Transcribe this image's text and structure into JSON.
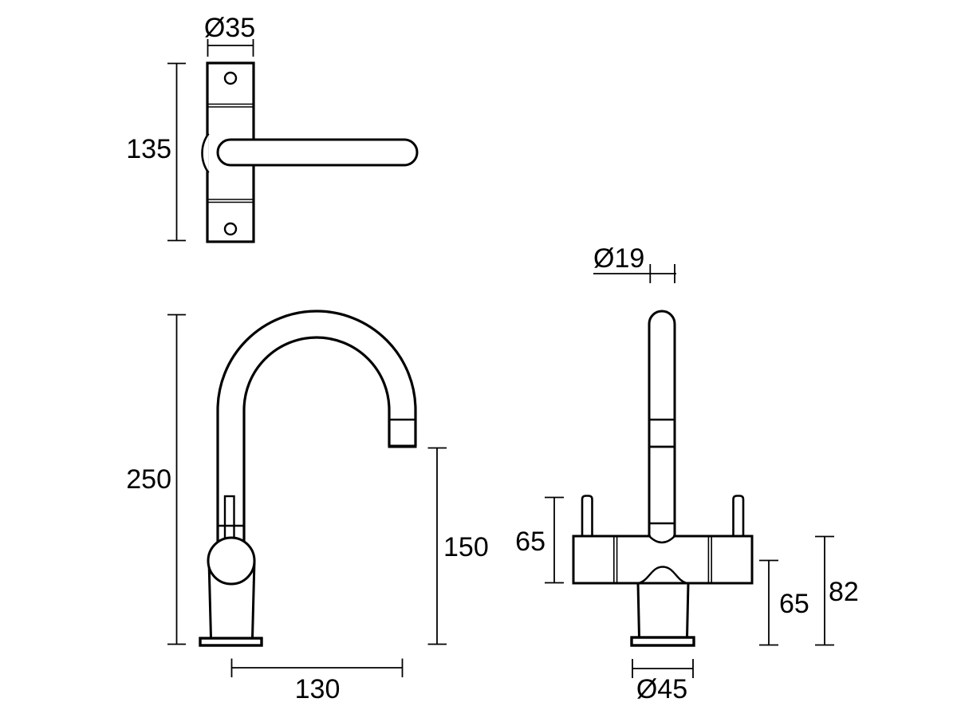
{
  "drawing": {
    "type": "tap-technical-dimension-drawing",
    "colors": {
      "line": "#000000",
      "background": "#ffffff"
    },
    "views": {
      "handle_top": {
        "name": "handle-plan-view",
        "dim_diameter": "Ø35",
        "dim_length": "135"
      },
      "side": {
        "name": "tap-side-elevation",
        "dim_total_height": "250",
        "dim_outlet_height": "150",
        "dim_reach": "130"
      },
      "front": {
        "name": "tap-front-elevation",
        "dim_spout_diameter": "Ø19",
        "dim_handle_height": "65",
        "dim_body_height": "65",
        "dim_overall_height": "82",
        "dim_base_diameter": "Ø45"
      }
    }
  }
}
